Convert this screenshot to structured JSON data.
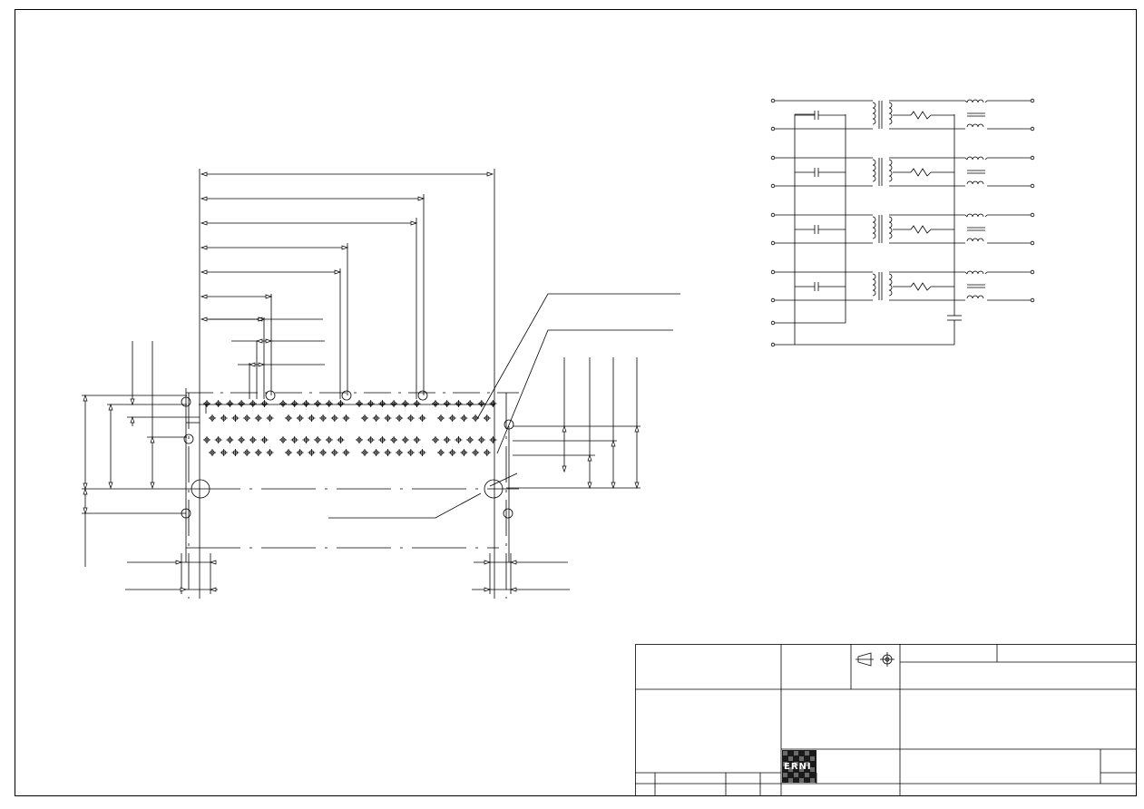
{
  "drawing": {
    "logo": {
      "name": "erni-logo",
      "text": "ERNI"
    },
    "title_block": {
      "projection_symbol": "first-angle-projection-icon",
      "fields": []
    },
    "dimensions": [],
    "schematic": {
      "channels": 4,
      "components": [
        "capacitor",
        "transformer",
        "resistor",
        "common-mode-choke"
      ]
    }
  }
}
